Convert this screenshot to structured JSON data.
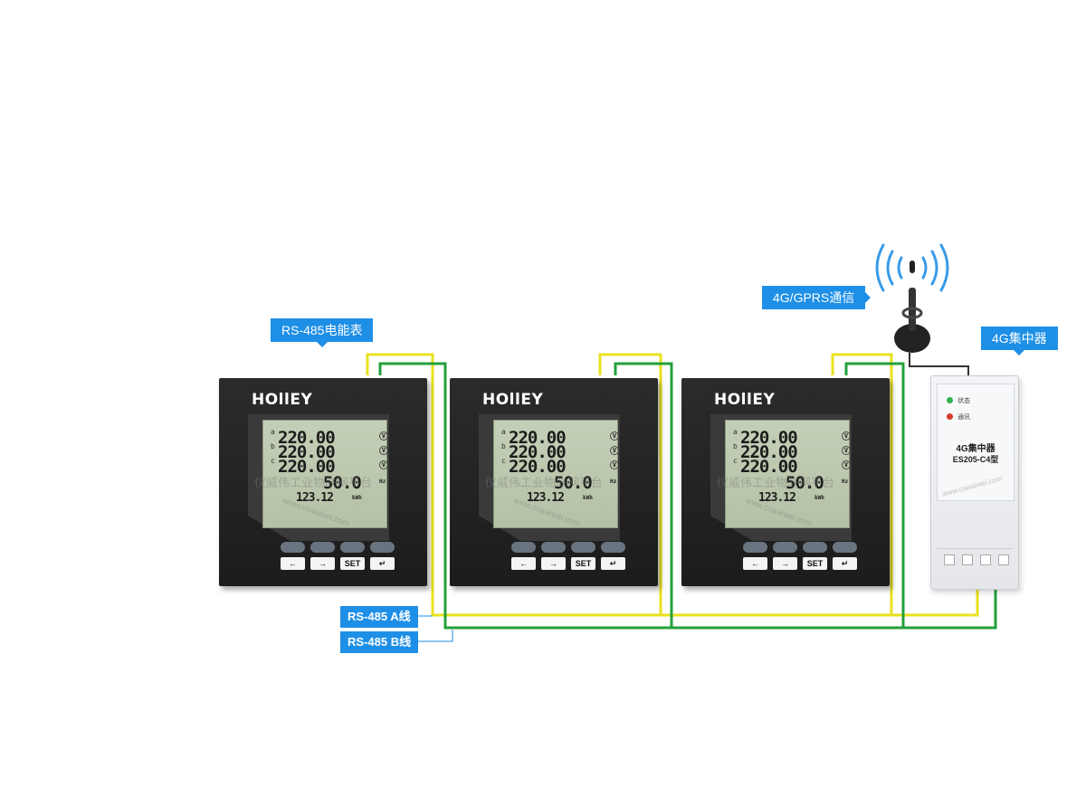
{
  "labels": {
    "meter_label": "RS-485电能表",
    "gprs_label": "4G/GPRS通信",
    "concentrator_label": "4G集中器",
    "line_a": "RS-485 A线",
    "line_b": "RS-485 B线"
  },
  "meter": {
    "brand": "HOllEY",
    "phases": [
      "a",
      "b",
      "c"
    ],
    "readings": [
      "220.00",
      "220.00",
      "220.00",
      "50.0",
      "123.12"
    ],
    "units": [
      "V",
      "V",
      "V",
      "Hz",
      "kWh"
    ],
    "keys": [
      "←",
      "→",
      "SET",
      "↵"
    ]
  },
  "concentrator": {
    "led_status": "状态",
    "led_comm": "通讯",
    "name": "4G集中器",
    "model": "ES205-C4型"
  },
  "watermark": {
    "text": "仪威伟工业物联网平台",
    "url": "www.cswaiwei.com"
  },
  "colors": {
    "tag_bg": "#1e8fe6",
    "wire_a": "#e8e21e",
    "wire_b": "#23a03a",
    "meter_body": "#222222"
  }
}
